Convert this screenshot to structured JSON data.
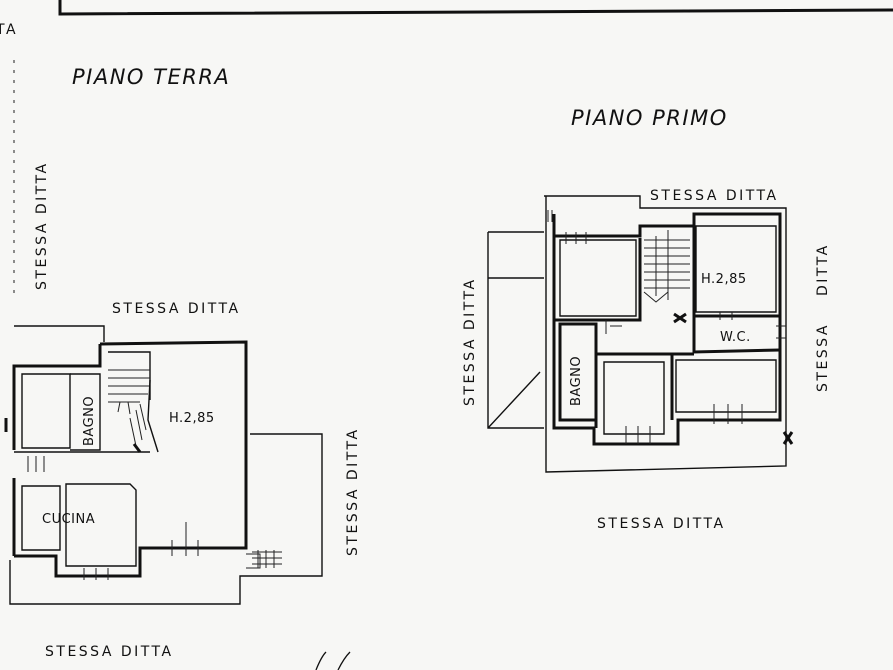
{
  "labels": {
    "cut_top_left": "TA",
    "ground_floor_title": "PIANO TERRA",
    "first_floor_title": "PIANO PRIMO",
    "gf_left_side": "STESSA DITTA",
    "gf_top_side": "STESSA DITTA",
    "gf_right_side": "STESSA DITTA",
    "gf_bottom_side": "STESSA DITTA",
    "gf_bathroom": "BAGNO",
    "gf_kitchen": "CUCINA",
    "gf_height": "H.2,85",
    "ff_top_side": "STESSA DITTA",
    "ff_left_side": "STESSA DITTA",
    "ff_right_side_upper": "DITTA",
    "ff_right_side_lower": "STESSA",
    "ff_bottom_side": "STESSA DITTA",
    "ff_bathroom": "BAGNO",
    "ff_wc": "W.C.",
    "ff_height": "H.2,85"
  }
}
